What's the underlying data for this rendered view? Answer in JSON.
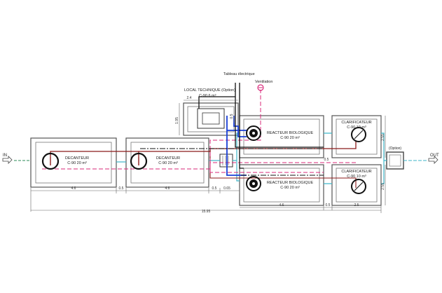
{
  "labels": {
    "tableau": "Tableau électrique",
    "ventilation": "Ventilation",
    "local_title": "LOCAL TECHNIQUE (Option)",
    "local_cap": "C-90 6 m³",
    "inlet": "IN",
    "outlet": "OUT",
    "option": "(Option)"
  },
  "tanks": [
    {
      "name": "DECANTEUR",
      "cap": "C-90 20 m³"
    },
    {
      "name": "DECANTEUR",
      "cap": "C-90 20 m³"
    },
    {
      "name": "REACTEUR BIOLOGIQUE",
      "cap": "C-90 20 m³"
    },
    {
      "name": "REACTEUR BIOLOGIQUE",
      "cap": "C-90 20 m³"
    },
    {
      "name": "CLARIFICATEUR",
      "cap": "C-90 10 m³"
    },
    {
      "name": "CLARIFICATEUR",
      "cap": "C-90 10 m³"
    }
  ],
  "dimensions": {
    "dec1": "4.6",
    "gap1": "0.5",
    "dec2": "4.6",
    "gap2": "0.5",
    "link": "0.65",
    "reac": "4.6",
    "gap3": "0.5",
    "clar": "2.5",
    "total": "15.95",
    "local_w": "2.4",
    "local_h": "1.95",
    "clar_h1": "2.55",
    "clar_h2": "2.55",
    "vert_small": "0.5",
    "clar_side": "0.5"
  },
  "colors": {
    "tank": "#555555",
    "power": "#111111",
    "air": "#1a3fd6",
    "vent": "#d8287a",
    "sludge": "#8b1a1a",
    "water": "#3fb6c9",
    "inflow": "#2e8b57"
  }
}
